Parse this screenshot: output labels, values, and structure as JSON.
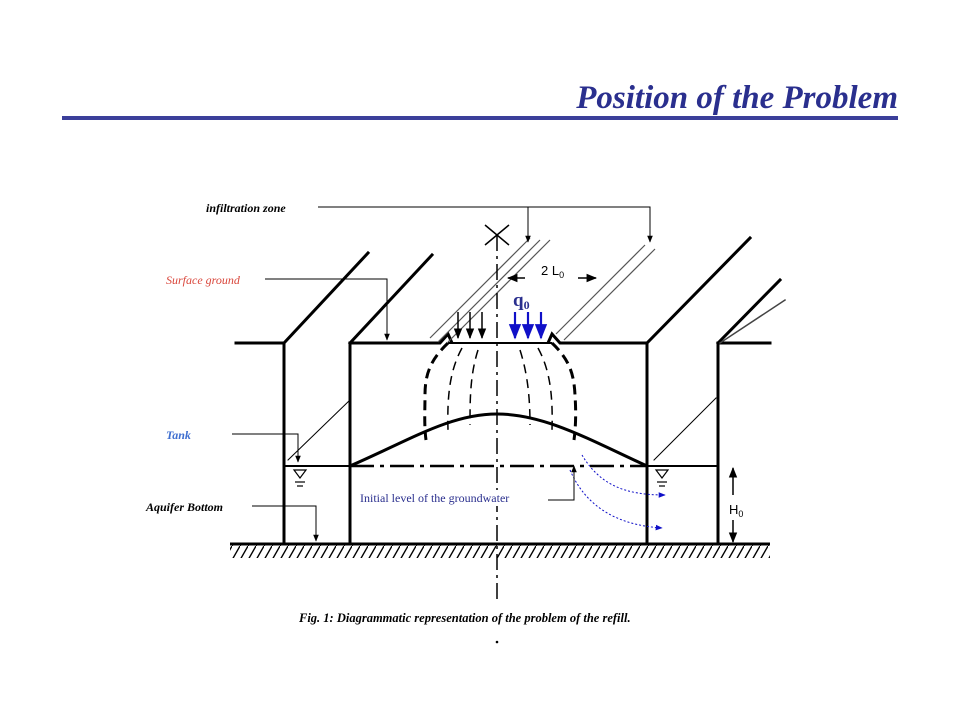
{
  "title": "Position of the Problem",
  "labels": {
    "infiltration_zone": "infiltration  zone",
    "surface_ground": "Surface ground",
    "tank": "Tank",
    "aquifer_bottom": "Aquifer Bottom",
    "initial_level": "Initial level of the groundwater",
    "width_main": "2 L",
    "width_sub": "0",
    "q_main": "q",
    "q_sub": "0",
    "h_main": "H",
    "h_sub": "0"
  },
  "caption": "Fig. 1:  Diagrammatic representation of the problem of the  refill.",
  "colors": {
    "title": "#2a2f8e",
    "surface_label": "#d9463b",
    "tank_label": "#3f6fd0",
    "blue_text": "#2a2f8e",
    "arrows_blue": "#1010c8"
  }
}
